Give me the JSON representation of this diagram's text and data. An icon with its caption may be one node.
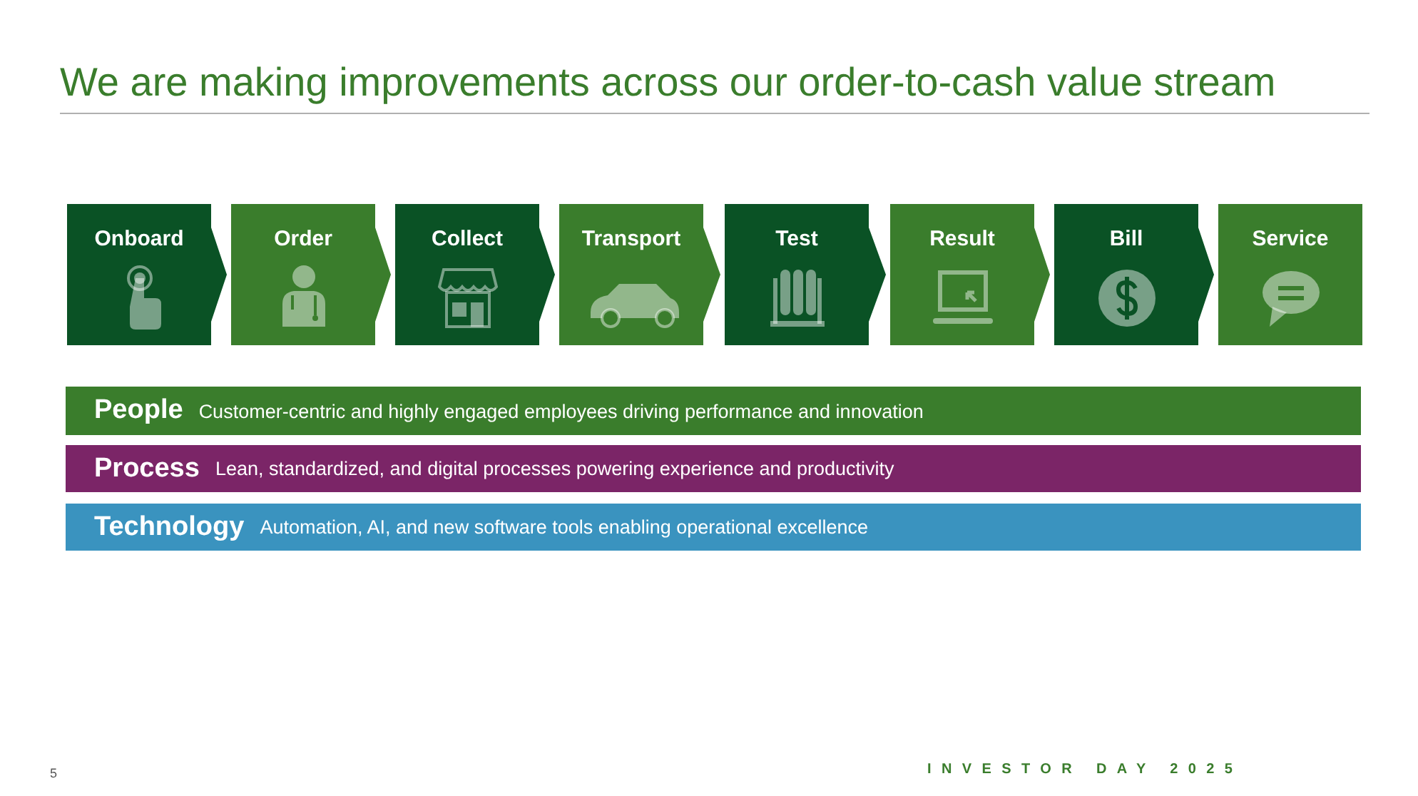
{
  "diagram": {
    "title": "We are making improvements across our order-to-cash value stream",
    "nodes": [
      {
        "text": [
          "Onboard"
        ]
      },
      {
        "text": [
          "Order"
        ]
      },
      {
        "text": [
          "Collect"
        ]
      },
      {
        "text": [
          "Transport"
        ]
      },
      {
        "text": [
          "Test"
        ]
      },
      {
        "text": [
          "Result"
        ]
      },
      {
        "text": [
          "Bill"
        ]
      },
      {
        "text": [
          "Service"
        ]
      },
      {
        "text": [
          "People",
          "Customer-centric and highly engaged employees driving performance and innovation"
        ]
      },
      {
        "text": [
          "Process",
          "Lean, standardized, and digital processes powering experience and productivity"
        ]
      },
      {
        "text": [
          "Technology",
          "Automation, AI, and new software tools enabling operational excellence"
        ]
      }
    ],
    "edges": [
      {
        "from": 0,
        "to": 1,
        "arrow": "to"
      },
      {
        "from": 1,
        "to": 2,
        "arrow": "to",
        "color": "#3a7d2c"
      },
      {
        "from": 2,
        "to": 3,
        "arrow": "to"
      },
      {
        "from": 3,
        "to": 4,
        "arrow": "to",
        "color": "#3a7d2c"
      },
      {
        "from": 4,
        "to": 5,
        "arrow": "to"
      },
      {
        "from": 5,
        "to": 6,
        "arrow": "to",
        "color": "#3a7d2c"
      },
      {
        "from": 6,
        "to": 7,
        "arrow": "to"
      }
    ],
    "labels": [
      "5",
      "INVESTOR DAY 2025"
    ]
  }
}
